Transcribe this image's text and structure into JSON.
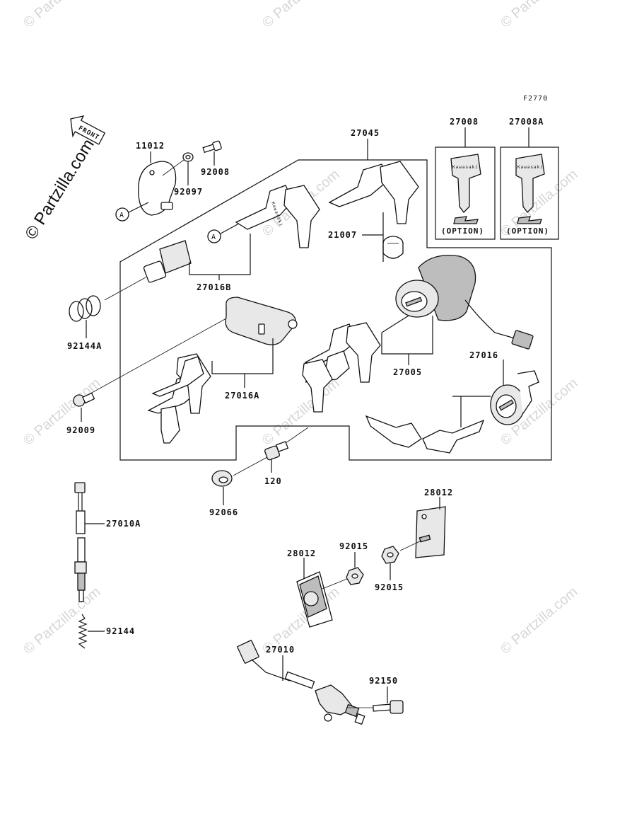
{
  "diagram": {
    "figure_code": "F2770",
    "front_arrow_label": "FRONT",
    "watermark_main": "© Partzilla.com",
    "watermark_repeat": "© Partzilla.com",
    "key_brand": "Kawasaki",
    "option_label": "(OPTION)",
    "ref_marker": "A",
    "parts": {
      "p11012": "11012",
      "p92008": "92008",
      "p92097": "92097",
      "p27045": "27045",
      "p27008": "27008",
      "p27008A": "27008A",
      "p21007": "21007",
      "p27016B": "27016B",
      "p92144A": "92144A",
      "p27016A": "27016A",
      "p27005": "27005",
      "p27016": "27016",
      "p92009": "92009",
      "p120": "120",
      "p92066": "92066",
      "p27010A": "27010A",
      "p28012a": "28012",
      "p28012b": "28012",
      "p92015a": "92015",
      "p92015b": "92015",
      "p92144": "92144",
      "p27010": "27010",
      "p92150": "92150"
    }
  }
}
